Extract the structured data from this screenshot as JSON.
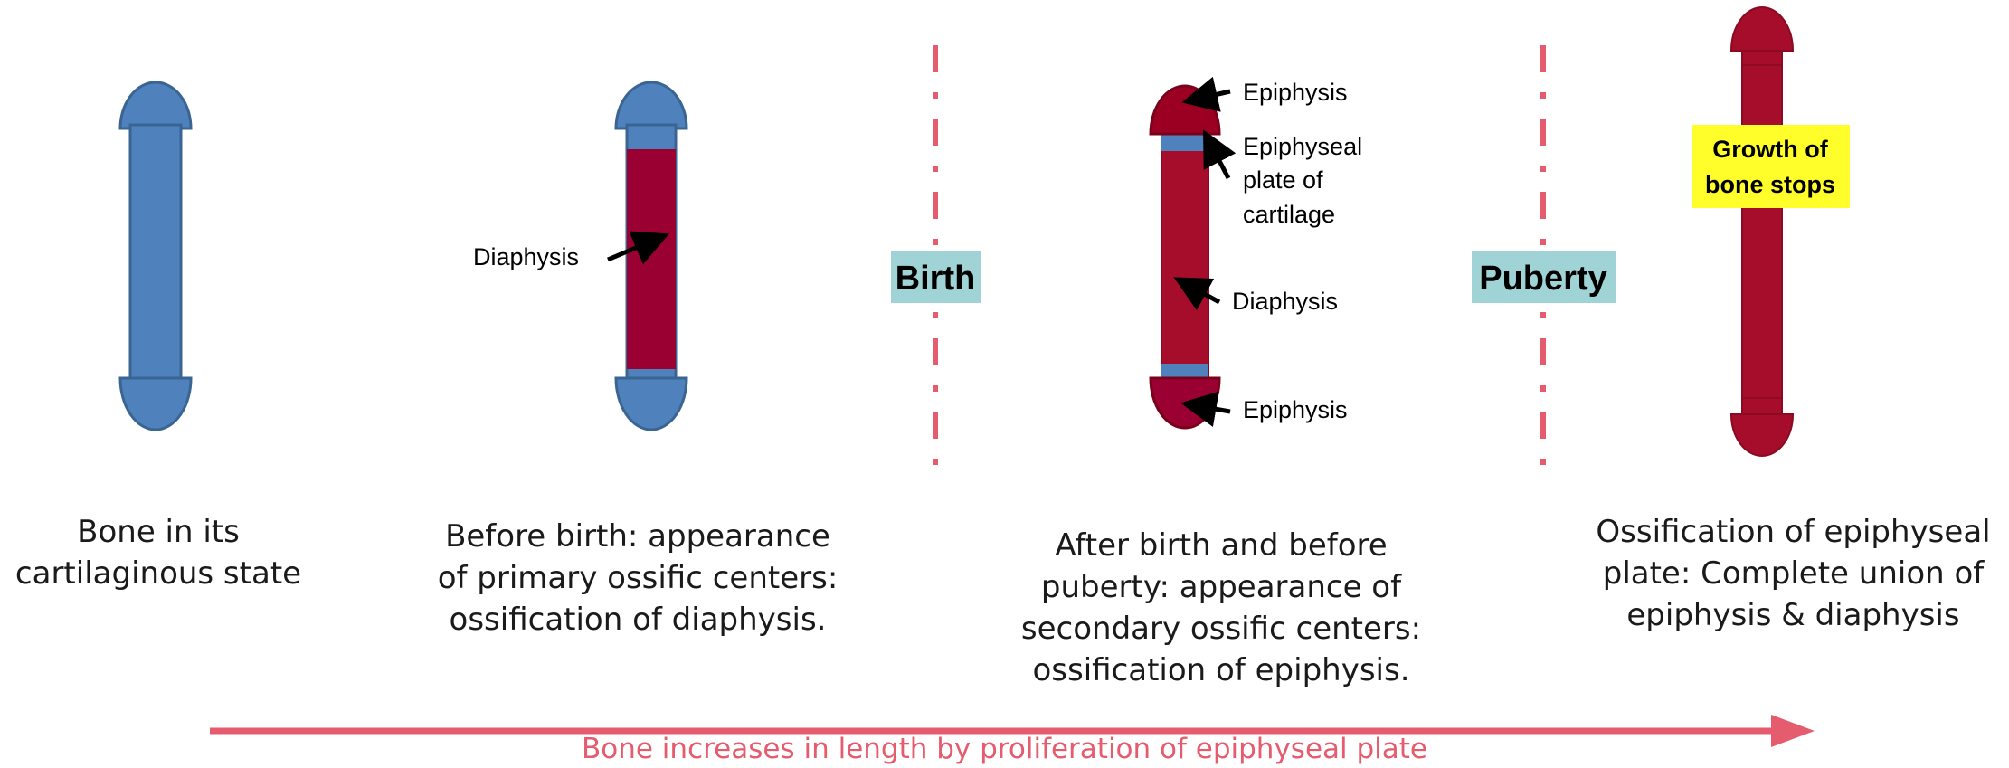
{
  "colors": {
    "cartilage": "#4f81bd",
    "cartilage_stroke": "#3a6592",
    "bone": "#a50d2b",
    "bone_stroke": "#8a0a22",
    "epiphysis_bone": "#9b0023",
    "accent_line": "#e45c6e",
    "label_box": "#9fd3d6",
    "highlight_box": "#fffd2a"
  },
  "stages": [
    {
      "id": "cartilage",
      "caption": "Bone in its cartilaginous state"
    },
    {
      "id": "before-birth",
      "caption": "Before birth: appearance of primary ossific centers: ossification of diaphysis."
    },
    {
      "id": "after-birth",
      "caption": "After birth and before puberty: appearance of secondary ossific centers: ossification of epiphysis."
    },
    {
      "id": "ossified",
      "caption": "Ossification of epiphyseal plate: Complete union of epiphysis & diaphysis"
    }
  ],
  "dividers": {
    "birth": "Birth",
    "puberty": "Puberty"
  },
  "labels": {
    "diaphysis": "Diaphysis",
    "epiphysis": "Epiphysis",
    "epiphyseal_plate": [
      "Epiphyseal",
      "plate of",
      "cartilage"
    ],
    "growth_stops": [
      "Growth of",
      "bone stops"
    ]
  },
  "timeline_caption": "Bone increases in length by proliferation of epiphyseal plate"
}
